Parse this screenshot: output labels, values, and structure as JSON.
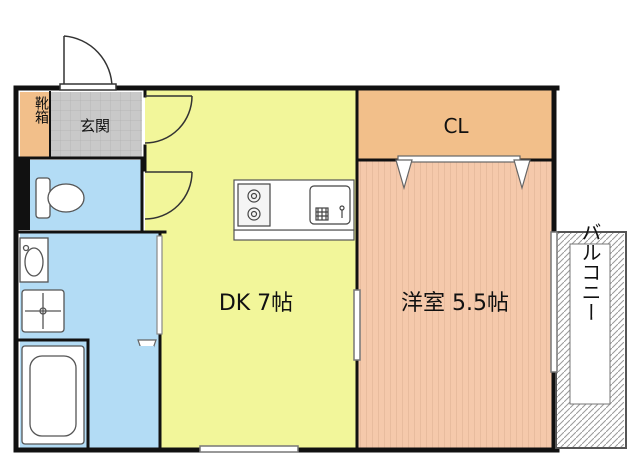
{
  "rooms": {
    "shoe_box": "靴箱",
    "entrance": "玄関",
    "closet": "CL",
    "dk": "DK 7帖",
    "western_room": "洋室 5.5帖",
    "balcony": "バルコニー"
  },
  "colors": {
    "dk_floor": "#f2f69a",
    "wet_area": "#b3dcf5",
    "closet": "#f2bf8a",
    "western_floor": "#f5c9ab",
    "entrance_tile": "#c9c9c9",
    "balcony_hatch": "#9a9a9a",
    "wall": "#111111"
  },
  "icons": {
    "sink": "kitchen-sink-icon",
    "stove": "gas-stove-icon",
    "toilet": "toilet-icon",
    "washbasin": "washbasin-icon",
    "washer": "washing-machine-pan-icon",
    "bathtub": "bathtub-icon"
  }
}
